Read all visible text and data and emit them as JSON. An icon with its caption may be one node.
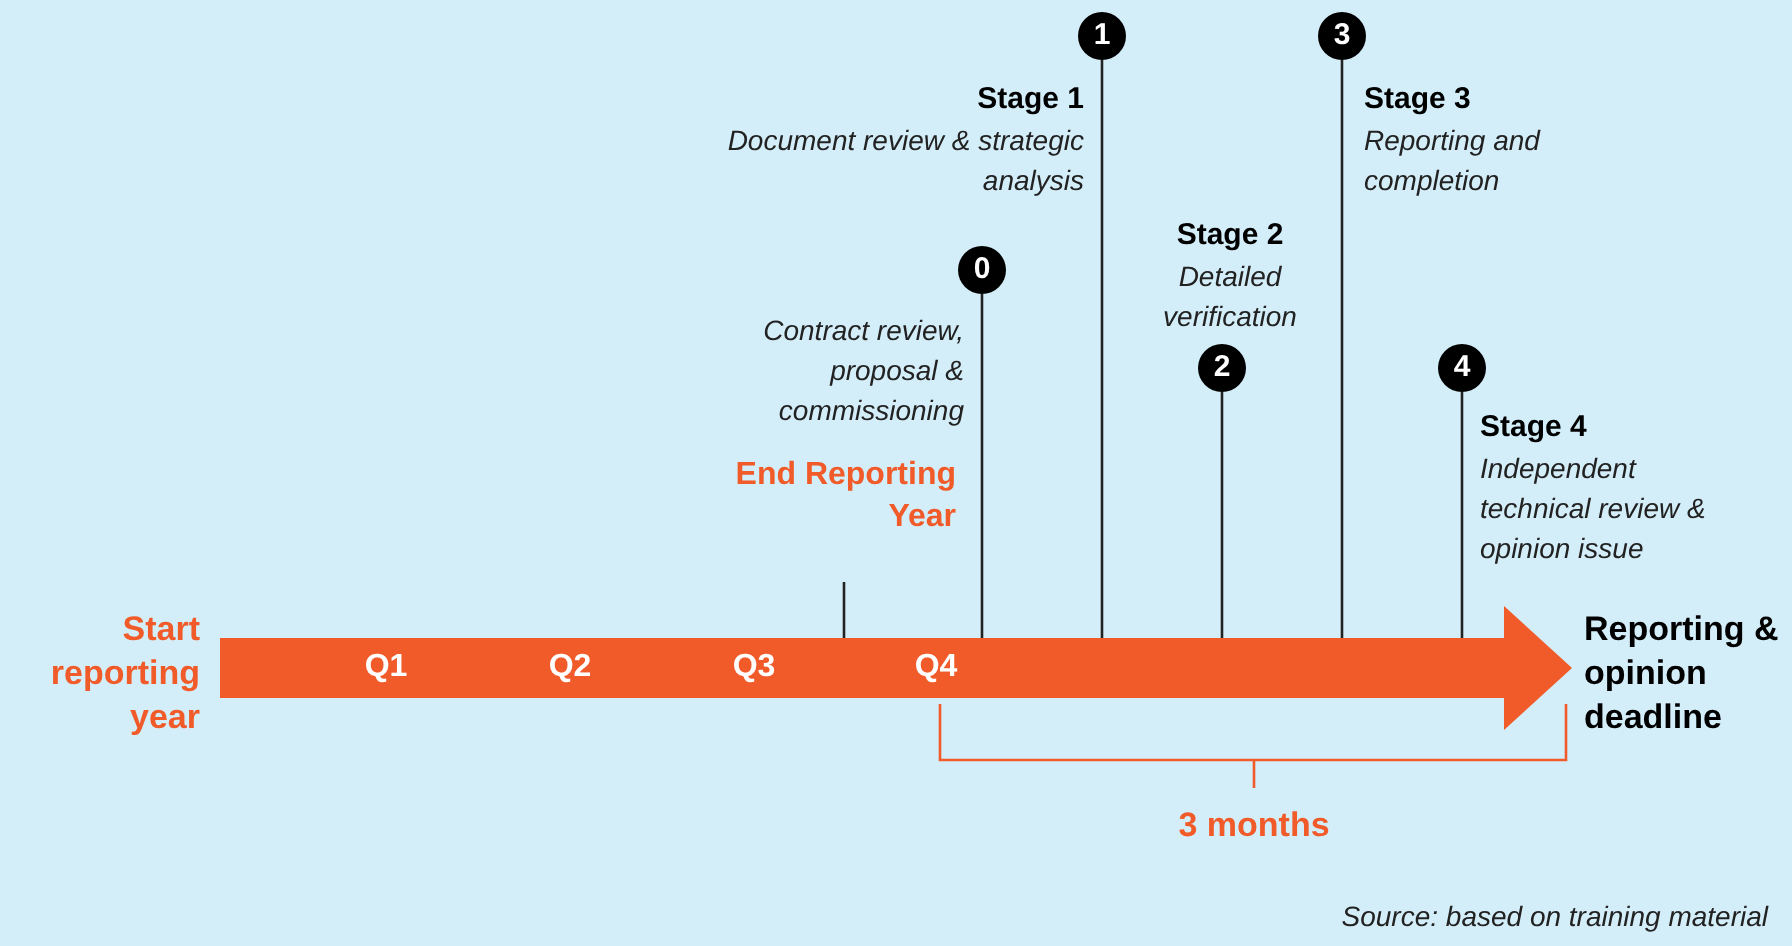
{
  "diagram": {
    "caption": "Source: based on training material",
    "nodes": [
      {
        "text": [
          "Q1",
          "Q2",
          "Q3",
          "Q4"
        ]
      },
      {
        "text": [
          "End Reporting Year"
        ]
      },
      {
        "text": [
          "0"
        ],
        "beside": [
          "Contract review, proposal & commissioning"
        ]
      },
      {
        "text": [
          "1"
        ],
        "beside": [
          "Stage 1",
          "Document review & strategic analysis"
        ]
      },
      {
        "text": [
          "2"
        ],
        "beside": [
          "Stage 2",
          "Detailed verification"
        ]
      },
      {
        "text": [
          "3"
        ],
        "beside": [
          "Stage 3",
          "Reporting and completion"
        ]
      },
      {
        "text": [
          "4"
        ],
        "beside": [
          "Stage 4",
          "Independent technical review & opinion issue"
        ]
      }
    ],
    "edges": [
      {
        "from": 1,
        "to": 0,
        "arrow": "none"
      },
      {
        "from": 2,
        "to": 0,
        "arrow": "none"
      },
      {
        "from": 3,
        "to": 0,
        "arrow": "none"
      },
      {
        "from": 4,
        "to": 0,
        "arrow": "none"
      },
      {
        "from": 5,
        "to": 0,
        "arrow": "none"
      },
      {
        "from": 6,
        "to": 0,
        "arrow": "none"
      }
    ],
    "labels": [
      "Start reporting year",
      "Reporting & opinion deadline",
      "3 months"
    ]
  }
}
